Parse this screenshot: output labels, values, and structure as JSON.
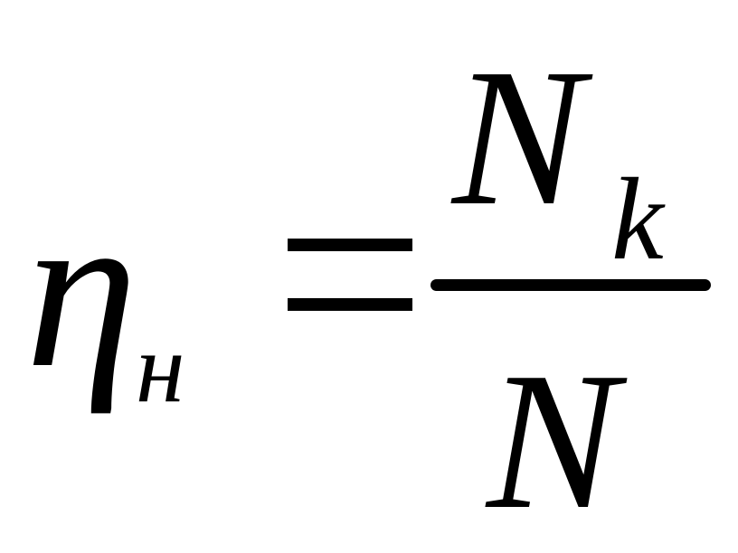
{
  "formula": {
    "lhs_symbol": "η",
    "lhs_subscript": "н",
    "operator": "=",
    "numerator_symbol": "N",
    "numerator_subscript": "k",
    "denominator_symbol": "N"
  }
}
